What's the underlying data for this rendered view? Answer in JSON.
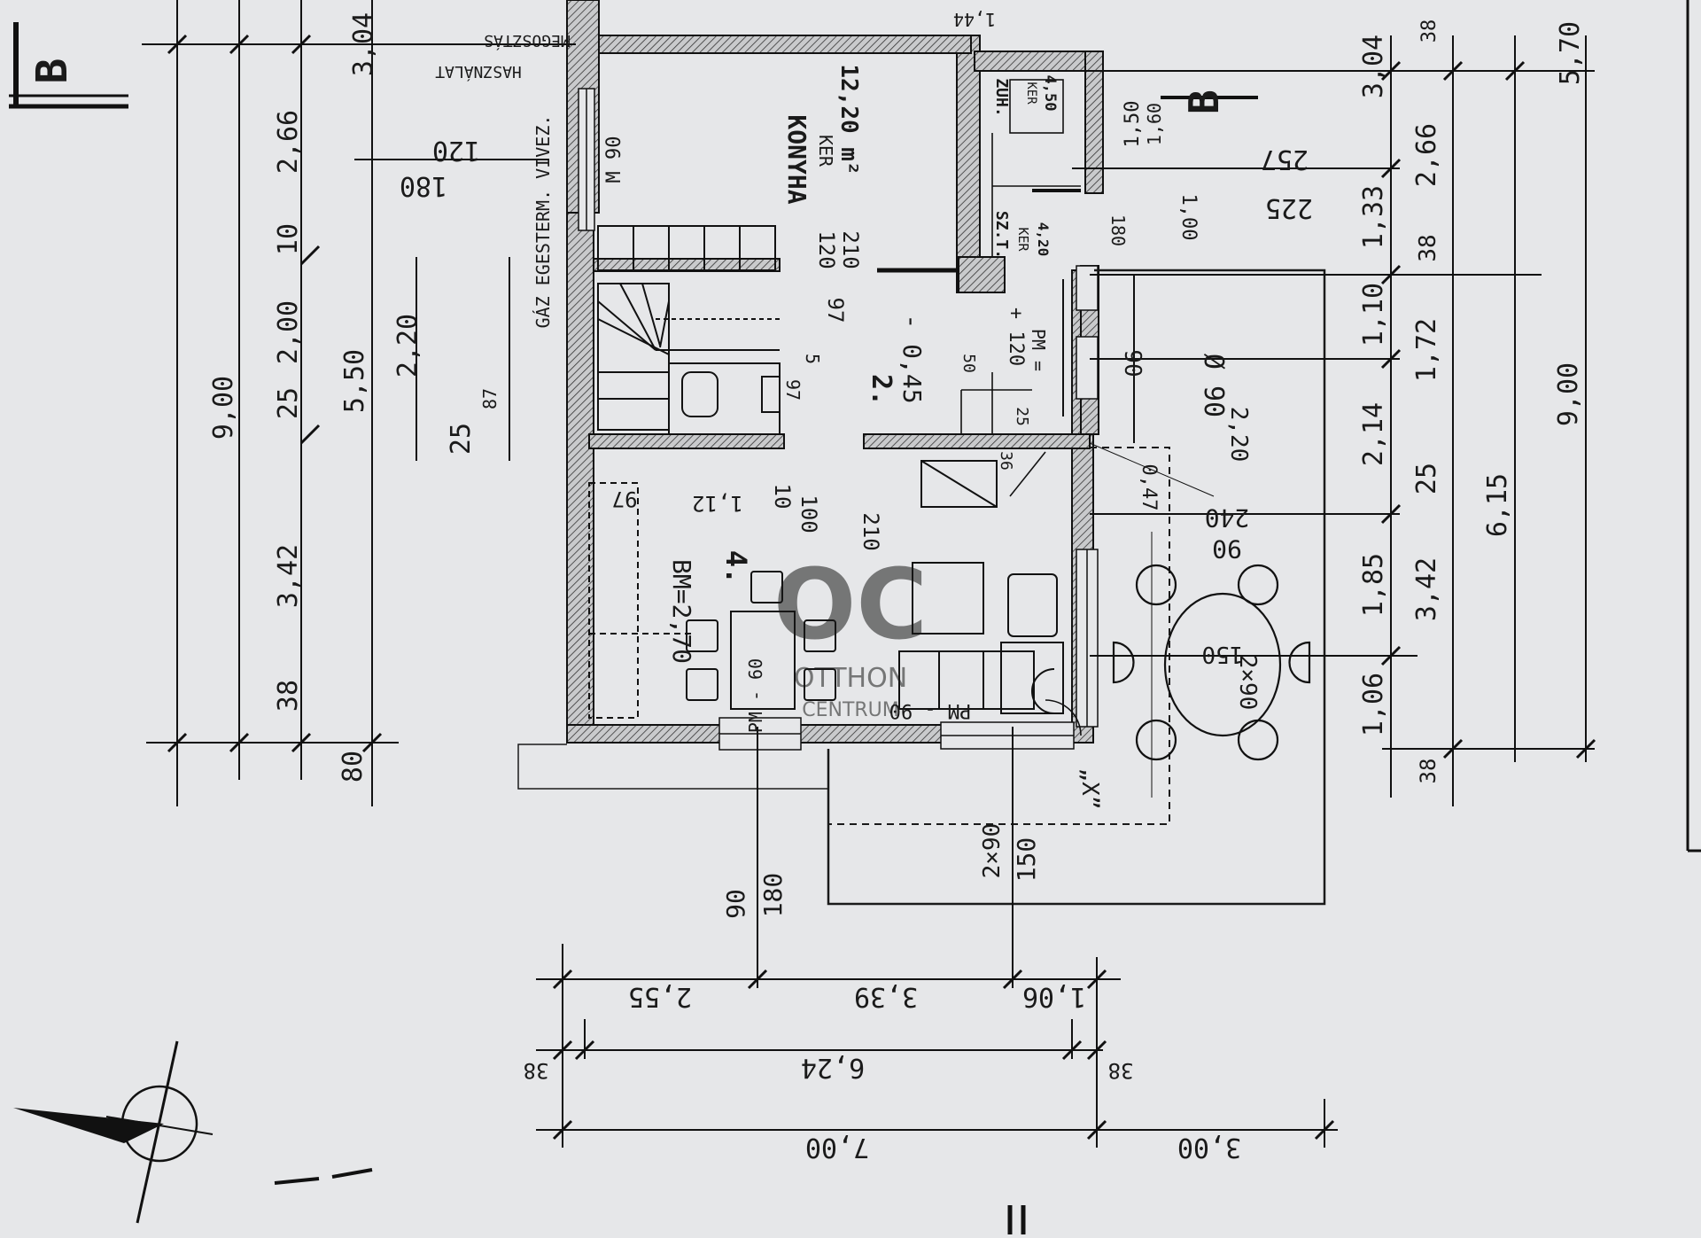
{
  "section_marker": "B",
  "rooms": {
    "kitchen": {
      "name": "KONYHA",
      "flooring": "KER",
      "area": "12,20 m²"
    },
    "hall": {
      "number": "2.",
      "level": "- 0,45"
    },
    "living": {
      "number": "4.",
      "note": "BM=2,70"
    },
    "bathroom": {
      "name": "ZUH.",
      "flooring": "KER",
      "area": "4,50"
    },
    "pantry": {
      "name": "SZ.T.",
      "flooring": "KER",
      "area": "4,20"
    }
  },
  "notes": {
    "gas": "GÁZ EGESTERM. VIVEZ.",
    "hasznalat": "HASZNÁLAT",
    "megosztas": "MEGOSZTÁS",
    "m90": "M 90",
    "pm60": "PM - 60",
    "pm90": "PM - 90",
    "pm_top": "PM =",
    "plus120": "+ 120",
    "x": "„X”",
    "phi90": "Ø 90"
  },
  "colors": {
    "paper": "#e6e7e9",
    "ink": "#1a1a1a",
    "watermark": "#9aa0a6"
  },
  "watermark": {
    "logo": "OC",
    "line1": "OTTHON",
    "line2": "CENTRUM"
  },
  "dims_left": {
    "total": "9,00",
    "a": "3,42",
    "b": "2,66",
    "c": "25",
    "d": "2,00",
    "e": "10",
    "f": "3,04",
    "g": "38",
    "h": "5,50",
    "i": "80",
    "j": "2,20",
    "k": "25",
    "l": "180",
    "m": "120"
  },
  "dims_right": {
    "a": "3,04",
    "b": "38",
    "c": "5,70",
    "d": "2,66",
    "e": "1,33",
    "f": "38",
    "g": "1,10",
    "h": "1,72",
    "i": "2,14",
    "j": "25",
    "k": "1,85",
    "l": "3,42",
    "m": "6,15",
    "n": "1,06",
    "o": "38",
    "p": "9,00",
    "q": "225",
    "r": "257",
    "s": "1,50"
  },
  "dims_bottom": {
    "a": "2,55",
    "b": "3,39",
    "c": "1,06",
    "d": "6,24",
    "e": "38",
    "f": "38",
    "g": "7,00",
    "h": "3,00"
  },
  "dims_inner": {
    "a": "120",
    "b": "210",
    "c": "97",
    "d": "97",
    "e": "5",
    "f": "100",
    "g": "210",
    "h": "1,12",
    "i": "10",
    "j": "97",
    "k": "90",
    "l": "180",
    "m": "2×90",
    "n": "150",
    "o": "240",
    "p": "90",
    "q": "150",
    "r": "2×90",
    "s": "2,20",
    "t": "90",
    "u": "0,47",
    "v": "1,00",
    "w": "180",
    "x": "25",
    "y": "36",
    "z": "50",
    "aa": "87",
    "bb": "1,44",
    "cc": "1,60"
  }
}
